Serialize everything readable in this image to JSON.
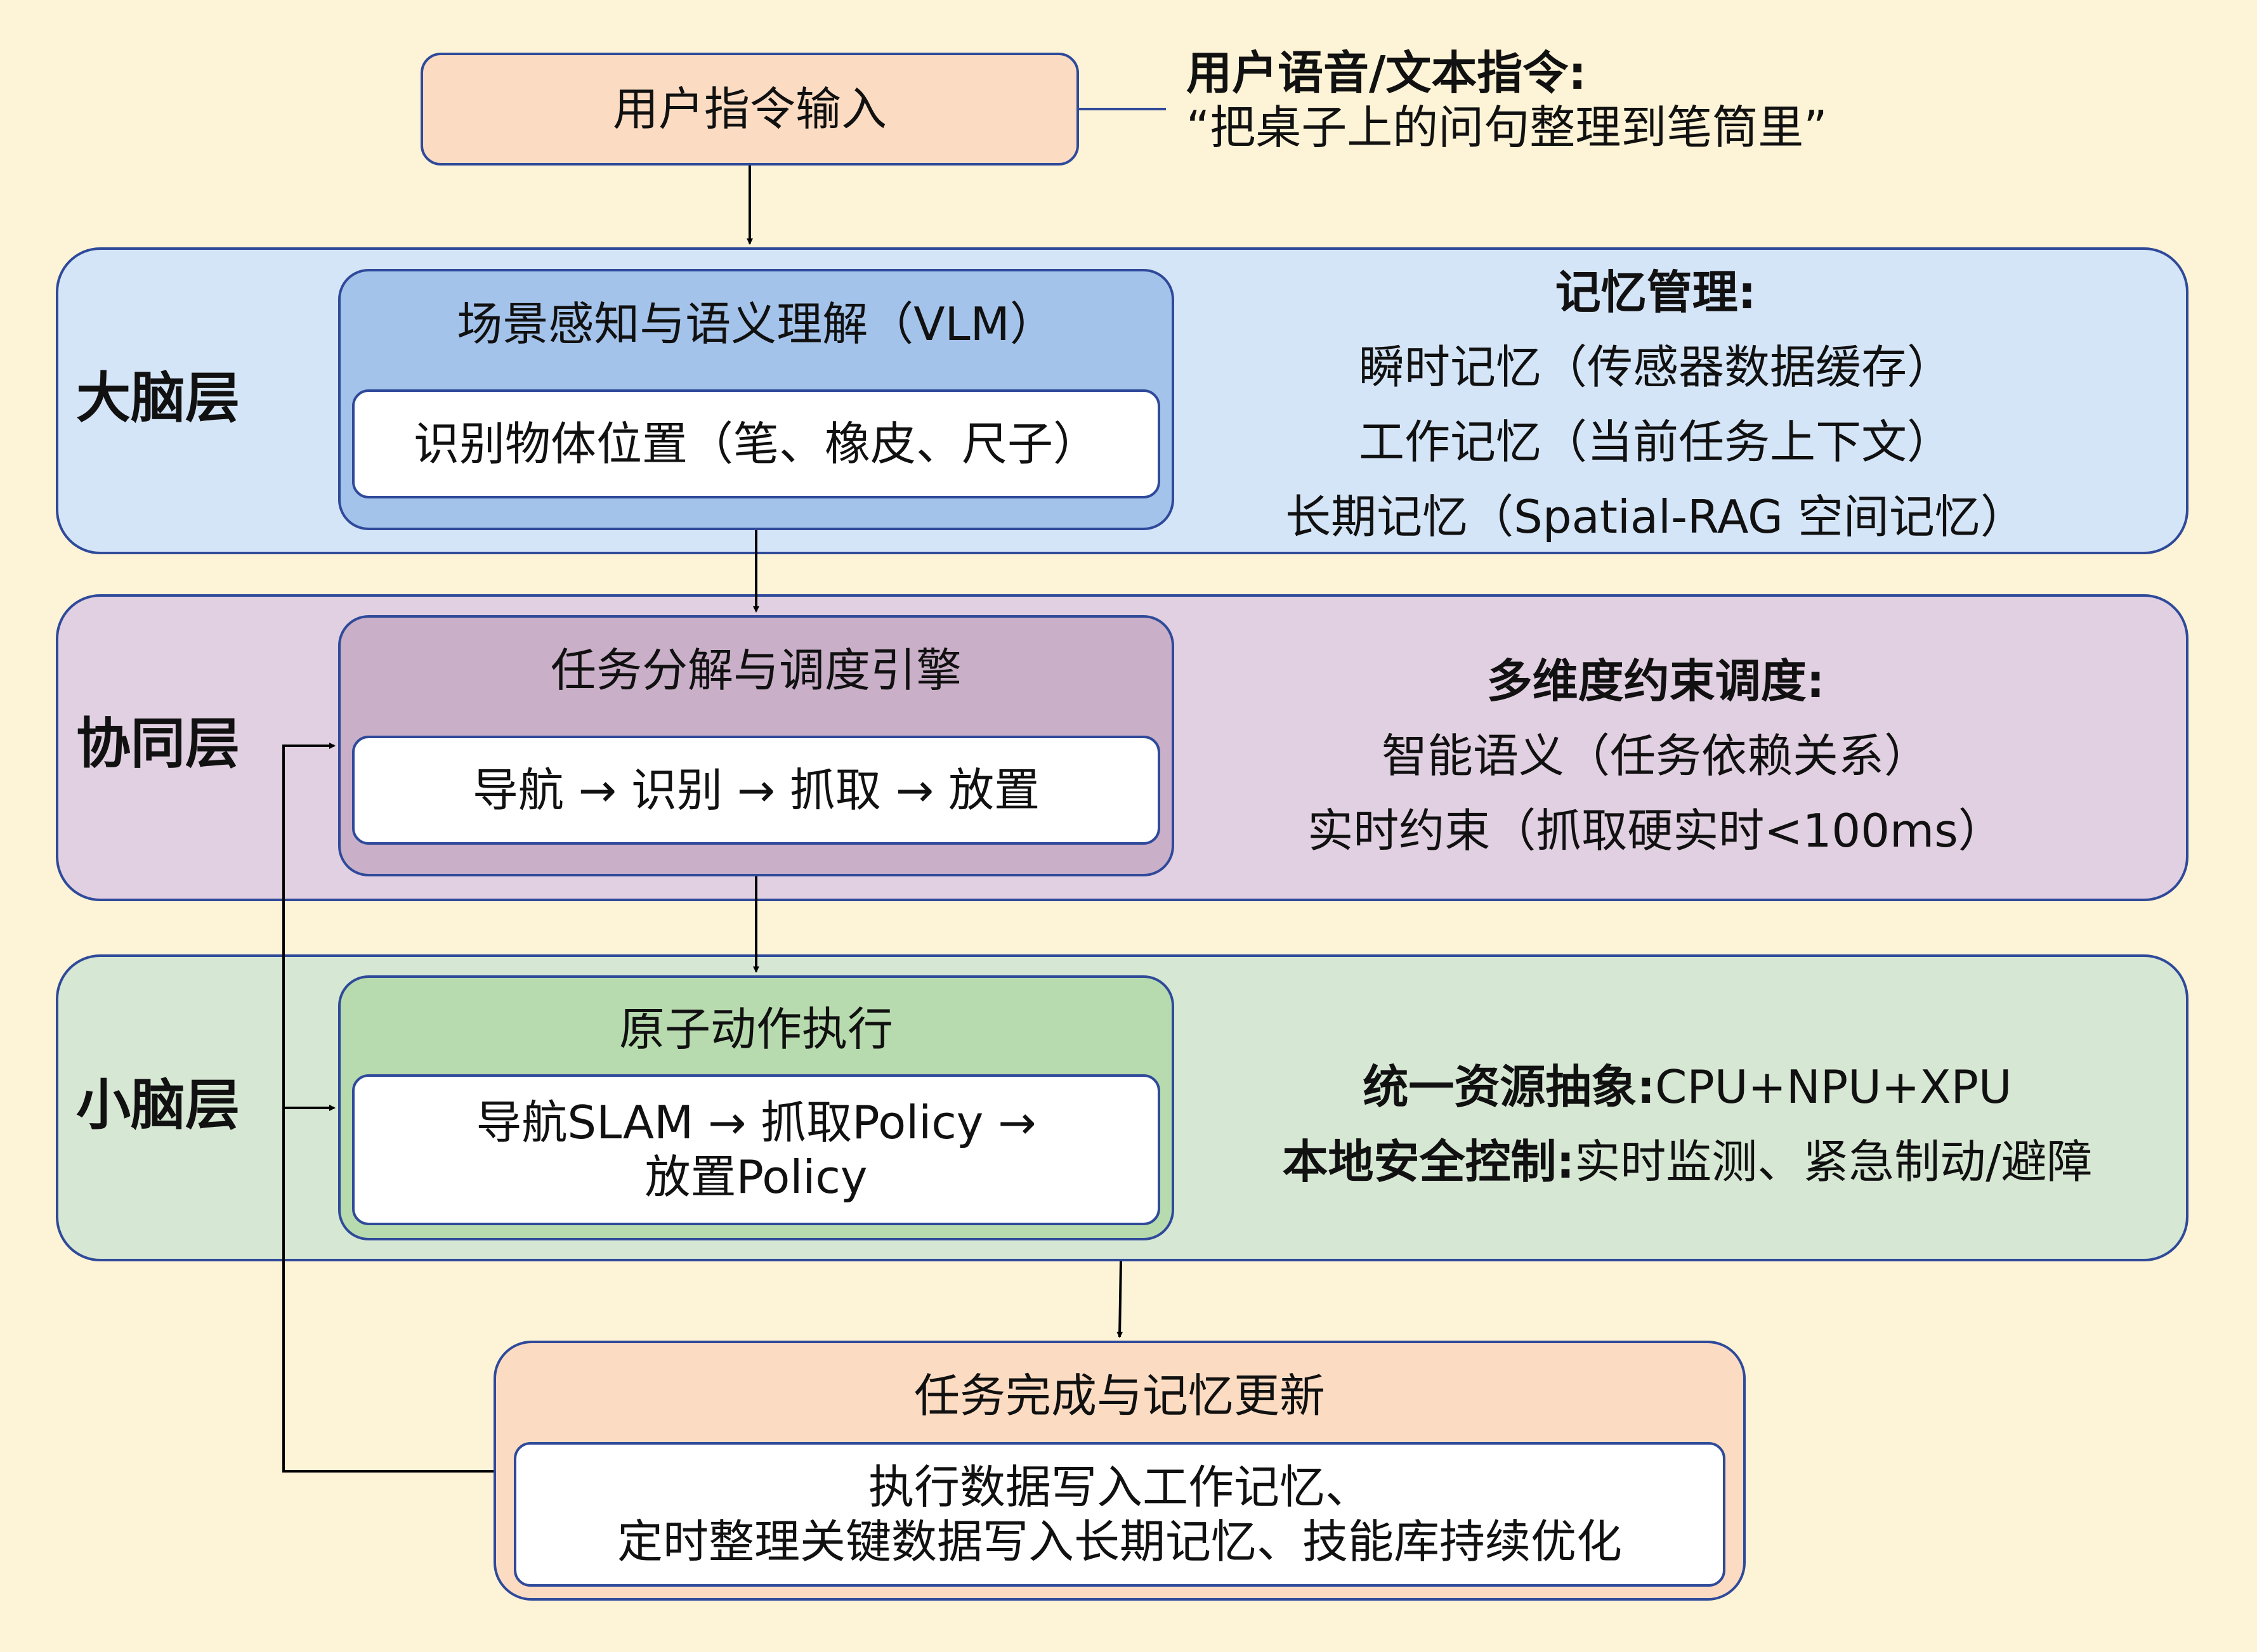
{
  "input": {
    "title": "用户指令输入",
    "note_title": "用户语音/文本指令:",
    "note_text": "“把桌子上的问句整理到笔筒里”"
  },
  "brain": {
    "label": "大脑层",
    "box_title": "场景感知与语义理解（VLM）",
    "box_inner": "识别物体位置（笔、橡皮、尺子）",
    "side_title": "记忆管理:",
    "side_lines": [
      "瞬时记忆（传感器数据缓存）",
      "工作记忆（当前任务上下文）",
      "长期记忆（Spatial-RAG 空间记忆）"
    ]
  },
  "coord": {
    "label": "协同层",
    "box_title": "任务分解与调度引擎",
    "box_inner": "导航 → 识别 → 抓取 → 放置",
    "side_title": "多维度约束调度:",
    "side_lines": [
      "智能语义（任务依赖关系）",
      "实时约束（抓取硬实时<100ms）"
    ]
  },
  "cereb": {
    "label": "小脑层",
    "box_title": "原子动作执行",
    "box_inner_lines": [
      "导航SLAM → 抓取Policy →",
      "放置Policy"
    ],
    "side_line1_bold": "统一资源抽象:",
    "side_line1_rest": "CPU+NPU+XPU",
    "side_line2_bold": "本地安全控制:",
    "side_line2_rest": "实时监测、紧急制动/避障"
  },
  "complete": {
    "title": "任务完成与记忆更新",
    "inner_lines": [
      "执行数据写入工作记忆、",
      "定时整理关键数据写入长期记忆、技能库持续优化"
    ]
  },
  "colors": {
    "background": "#FDF3D6",
    "border": "#2F4A9A",
    "brain_band": "#D5E5F8",
    "brain_box": "#A4C3EA",
    "coord_band": "#E1D0E1",
    "coord_box": "#C9AFC8",
    "cereb_band": "#D6E7D3",
    "cereb_box": "#B7DBAE",
    "peach_box": "#FBDCC2"
  }
}
